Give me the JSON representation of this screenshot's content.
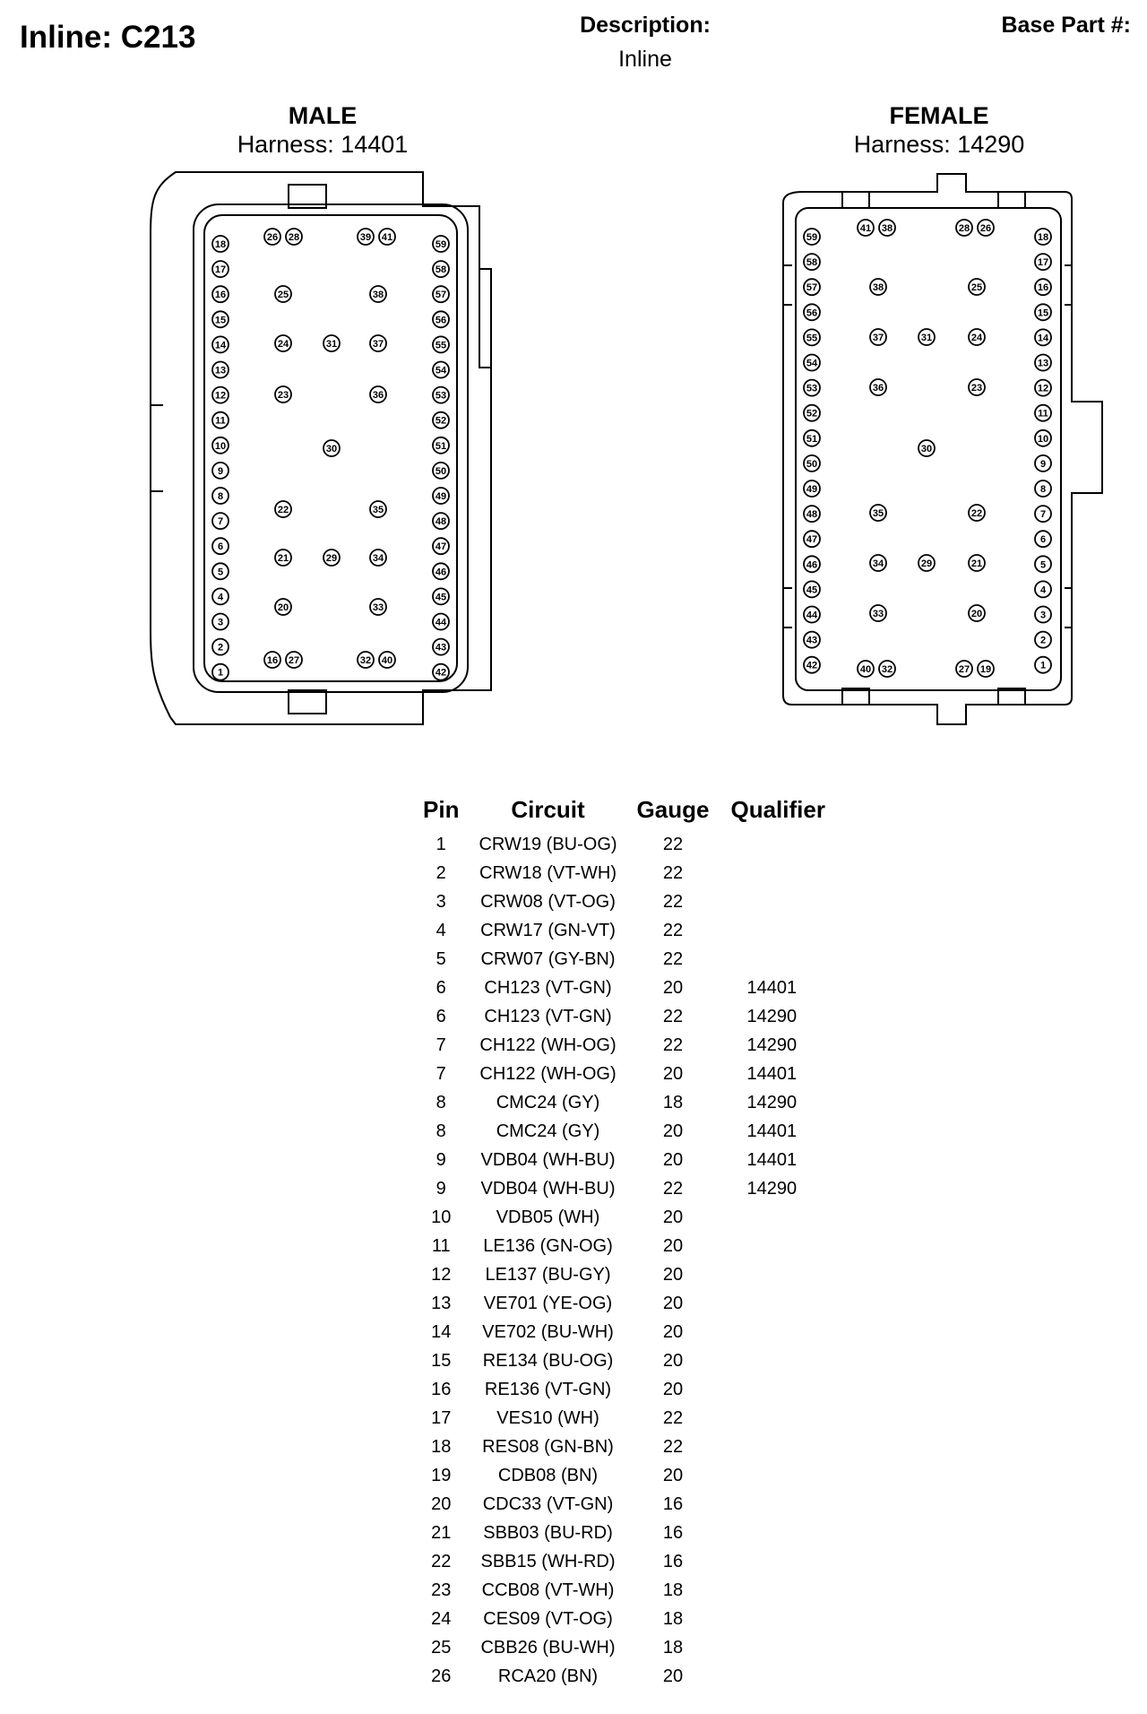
{
  "header": {
    "title": "Inline: C213",
    "description_label": "Description:",
    "description_value": "Inline",
    "base_part_label": "Base Part #:"
  },
  "male": {
    "title": "MALE",
    "harness": "Harness: 14401"
  },
  "female": {
    "title": "FEMALE",
    "harness": "Harness: 14290"
  },
  "table": {
    "headers": [
      "Pin",
      "Circuit",
      "Gauge",
      "Qualifier"
    ],
    "rows": [
      [
        "1",
        "CRW19 (BU-OG)",
        "22",
        ""
      ],
      [
        "2",
        "CRW18 (VT-WH)",
        "22",
        ""
      ],
      [
        "3",
        "CRW08 (VT-OG)",
        "22",
        ""
      ],
      [
        "4",
        "CRW17 (GN-VT)",
        "22",
        ""
      ],
      [
        "5",
        "CRW07 (GY-BN)",
        "22",
        ""
      ],
      [
        "6",
        "CH123 (VT-GN)",
        "20",
        "14401"
      ],
      [
        "6",
        "CH123 (VT-GN)",
        "22",
        "14290"
      ],
      [
        "7",
        "CH122 (WH-OG)",
        "22",
        "14290"
      ],
      [
        "7",
        "CH122 (WH-OG)",
        "20",
        "14401"
      ],
      [
        "8",
        "CMC24 (GY)",
        "18",
        "14290"
      ],
      [
        "8",
        "CMC24 (GY)",
        "20",
        "14401"
      ],
      [
        "9",
        "VDB04 (WH-BU)",
        "20",
        "14401"
      ],
      [
        "9",
        "VDB04 (WH-BU)",
        "22",
        "14290"
      ],
      [
        "10",
        "VDB05 (WH)",
        "20",
        ""
      ],
      [
        "11",
        "LE136 (GN-OG)",
        "20",
        ""
      ],
      [
        "12",
        "LE137 (BU-GY)",
        "20",
        ""
      ],
      [
        "13",
        "VE701 (YE-OG)",
        "20",
        ""
      ],
      [
        "14",
        "VE702 (BU-WH)",
        "20",
        ""
      ],
      [
        "15",
        "RE134 (BU-OG)",
        "20",
        ""
      ],
      [
        "16",
        "RE136 (VT-GN)",
        "20",
        ""
      ],
      [
        "17",
        "VES10 (WH)",
        "22",
        ""
      ],
      [
        "18",
        "RES08 (GN-BN)",
        "22",
        ""
      ],
      [
        "19",
        "CDB08 (BN)",
        "20",
        ""
      ],
      [
        "20",
        "CDC33 (VT-GN)",
        "16",
        ""
      ],
      [
        "21",
        "SBB03 (BU-RD)",
        "16",
        ""
      ],
      [
        "22",
        "SBB15 (WH-RD)",
        "16",
        ""
      ],
      [
        "23",
        "CCB08 (VT-WH)",
        "18",
        ""
      ],
      [
        "24",
        "CES09 (VT-OG)",
        "18",
        ""
      ],
      [
        "25",
        "CBB26 (BU-WH)",
        "18",
        ""
      ],
      [
        "26",
        "RCA20 (BN)",
        "20",
        ""
      ]
    ]
  }
}
